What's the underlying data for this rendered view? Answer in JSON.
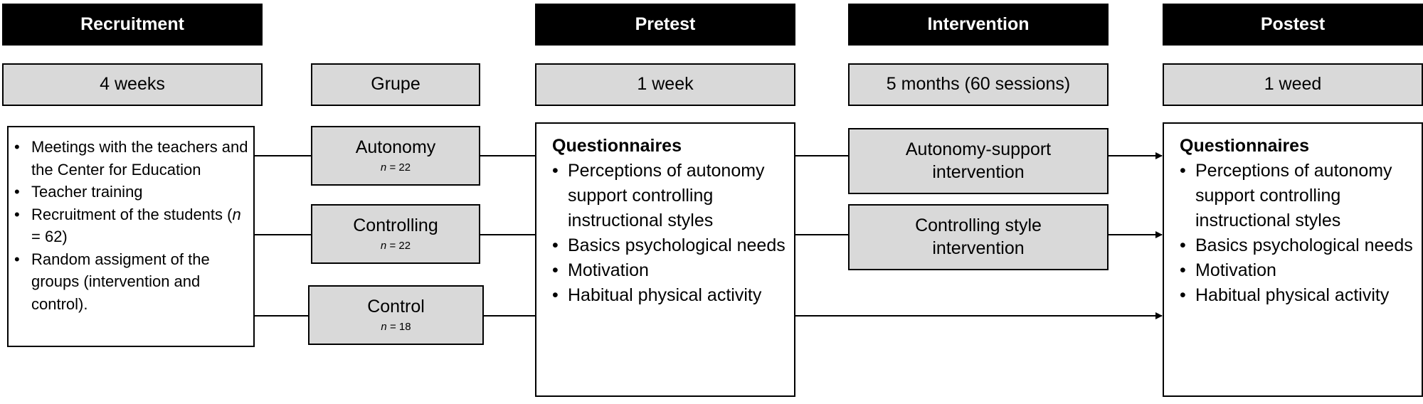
{
  "headers": {
    "recruitment": "Recruitment",
    "pretest": "Pretest",
    "intervention": "Intervention",
    "postest": "Postest"
  },
  "durations": {
    "recruitment": "4 weeks",
    "grupe": "Grupe",
    "pretest": "1 week",
    "intervention": "5 months (60 sessions)",
    "postest": "1 weed"
  },
  "recruitment_items": [
    "Meetings with the teachers and the Center for Education",
    "Teacher training",
    "Recruitment of the students (n = 62)",
    "Random assigment of the groups (intervention and control)."
  ],
  "groups": [
    {
      "name": "Autonomy",
      "n_label": "n",
      "n_value": "= 22"
    },
    {
      "name": "Controlling",
      "n_label": "n",
      "n_value": "= 22"
    },
    {
      "name": "Control",
      "n_label": "n",
      "n_value": "= 18"
    }
  ],
  "interventions": {
    "autonomy": "Autonomy-support intervention",
    "controlling": "Controlling style intervention"
  },
  "questionnaires": {
    "title": "Questionnaires",
    "items": [
      "Perceptions of autonomy support controlling instructional styles",
      "Basics psychological needs",
      "Motivation",
      "Habitual physical activity"
    ]
  },
  "colors": {
    "header_bg": "#000000",
    "box_fill": "#d9d9d9",
    "line": "#000000"
  }
}
